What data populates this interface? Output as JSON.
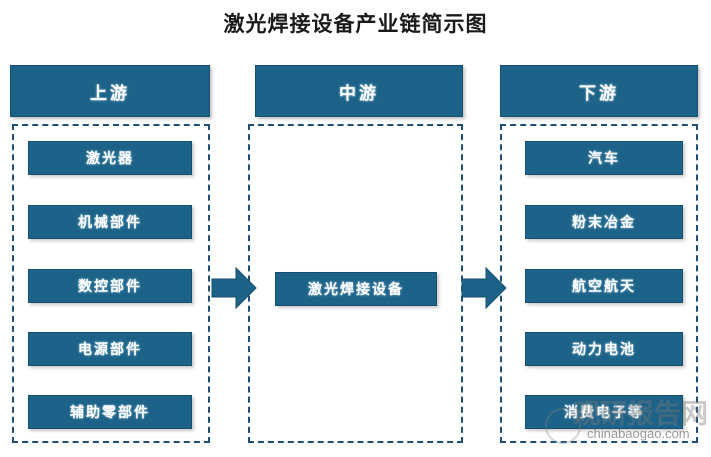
{
  "diagram": {
    "title": "激光焊接设备产业链简示图",
    "accent_color": "#1d6389",
    "dashed_border_color": "#1f4e79",
    "background_color": "#ffffff"
  },
  "columns": [
    {
      "id": "upstream",
      "header": "上游",
      "items": [
        {
          "label": "激光器"
        },
        {
          "label": "机械部件"
        },
        {
          "label": "数控部件"
        },
        {
          "label": "电源部件"
        },
        {
          "label": "辅助零部件"
        }
      ]
    },
    {
      "id": "midstream",
      "header": "中游",
      "items": [
        {
          "label": "激光焊接设备"
        }
      ]
    },
    {
      "id": "downstream",
      "header": "下游",
      "items": [
        {
          "label": "汽车"
        },
        {
          "label": "粉末冶金"
        },
        {
          "label": "航空航天"
        },
        {
          "label": "动力电池"
        },
        {
          "label": "消费电子等"
        }
      ]
    }
  ],
  "connectors": [
    {
      "id": "arrow-upstream-to-midstream",
      "icon": "right-arrow-icon"
    },
    {
      "id": "arrow-midstream-to-downstream",
      "icon": "right-arrow-icon"
    }
  ],
  "watermark": {
    "text": "观研报告网",
    "url": "chinabaogao.com"
  }
}
